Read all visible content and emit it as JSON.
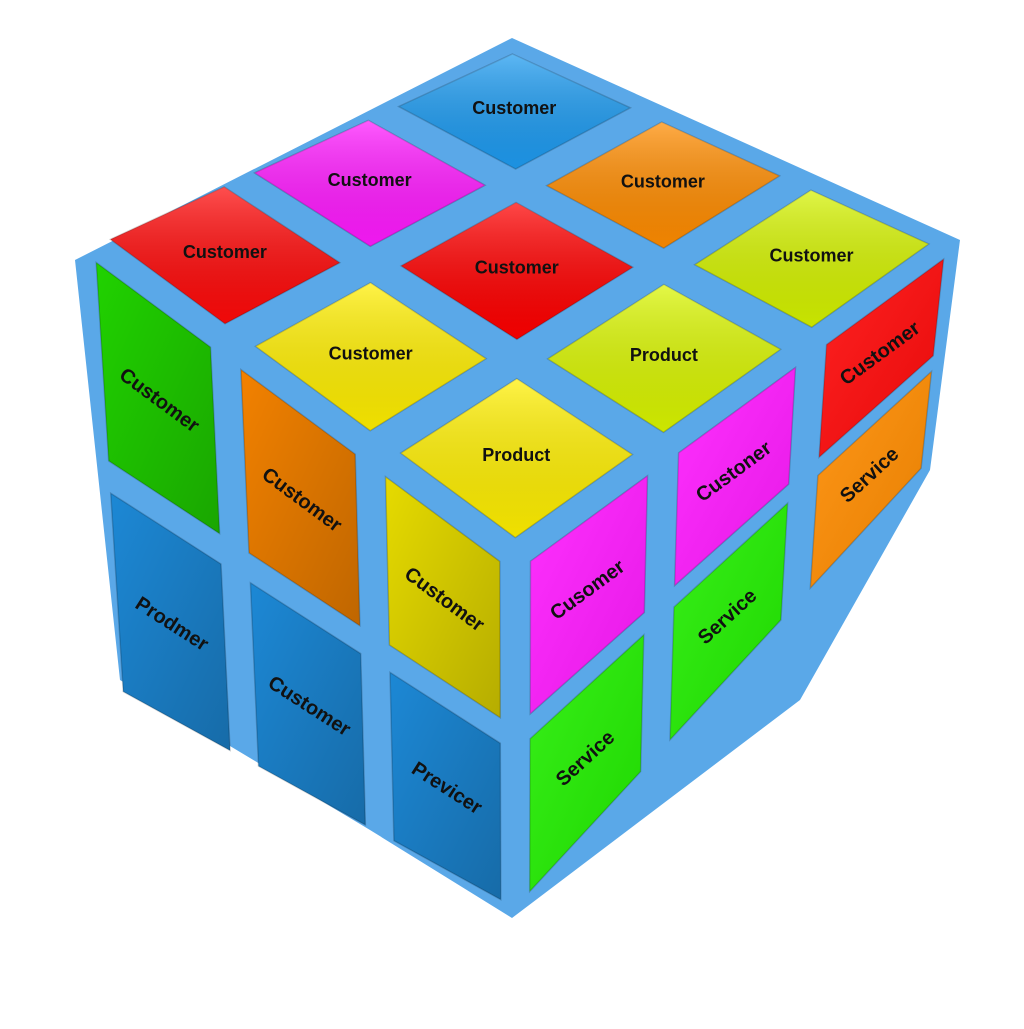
{
  "illustration": {
    "subject": "3D Rubik's-style cube with labeled tiles",
    "background_color": "#ffffff",
    "gap_color": "#5aa8e8",
    "top_face": {
      "tiles": [
        {
          "label": "Customer",
          "color": "#1e9bf0"
        },
        {
          "label": "Customer",
          "color": "#ff8c00"
        },
        {
          "label": "Customer",
          "color": "#d4f200"
        },
        {
          "label": "Customer",
          "color": "#ff1aff"
        },
        {
          "label": "Customer",
          "color": "#ff0000"
        },
        {
          "label": "Product",
          "color": "#d9f500"
        },
        {
          "label": "Customer",
          "color": "#ff0a0a"
        },
        {
          "label": "Customer",
          "color": "#ffee00"
        },
        {
          "label": "Product",
          "color": "#ffef00"
        }
      ]
    },
    "left_face": {
      "tiles": [
        {
          "label": "Customer",
          "color": "#22dd00"
        },
        {
          "label": "Customer",
          "color": "#ff8800"
        },
        {
          "label": "Customer",
          "color": "#f2e600"
        },
        {
          "label": "Prodmer",
          "color": "#1e8fe0"
        },
        {
          "label": "Customer",
          "color": "#1e8fe0"
        },
        {
          "label": "Previcer",
          "color": "#1e8fe0"
        }
      ]
    },
    "right_face": {
      "tiles": [
        {
          "label": "Cusomer",
          "color": "#ff1aff"
        },
        {
          "label": "Custoner",
          "color": "#ff1aff"
        },
        {
          "label": "Customer",
          "color": "#ff0a0a"
        },
        {
          "label": "Service",
          "color": "#22ee00"
        },
        {
          "label": "Service",
          "color": "#22ee00"
        },
        {
          "label": "Service",
          "color": "#ff8c00"
        }
      ]
    }
  }
}
